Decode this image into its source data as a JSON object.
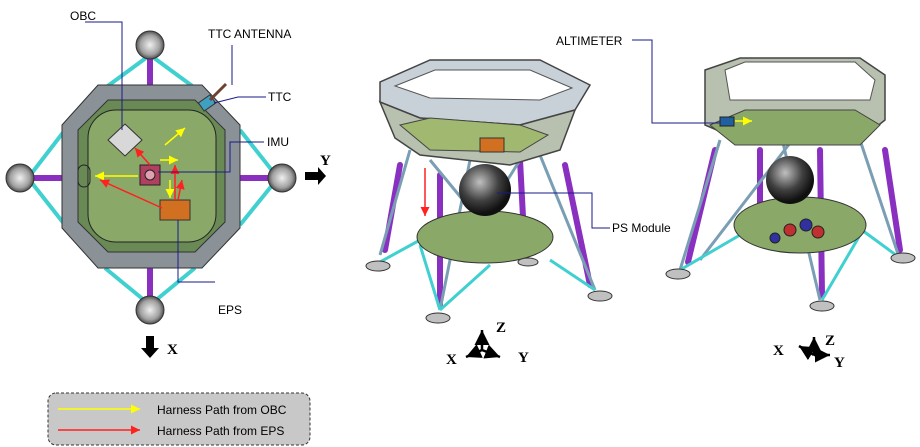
{
  "labels": {
    "obc": "OBC",
    "ttc_antenna": "TTC  ANTENNA",
    "ttc": "TTC",
    "imu": "IMU",
    "eps": "EPS",
    "ps_module": "PS Module",
    "altimeter": "ALTIMETER"
  },
  "axes": {
    "top_view": {
      "x": "X",
      "y": "Y"
    },
    "iso_view_1": {
      "x": "X",
      "y": "Y",
      "z": "Z"
    },
    "iso_view_2": {
      "x": "X",
      "y": "Y",
      "z": "Z"
    }
  },
  "legend": {
    "items": [
      {
        "label": "Harness Path from OBC",
        "color": "#ffff00"
      },
      {
        "label": "Harness Path from EPS",
        "color": "#ff2020"
      }
    ]
  },
  "colors": {
    "plate_green": "#7a9a55",
    "frame_grey": "#8a9298",
    "strut_cyan": "#40d0d0",
    "leg_purple": "#8a30c0",
    "eps_orange": "#d07020",
    "leader_blue": "#1a1a8a"
  }
}
